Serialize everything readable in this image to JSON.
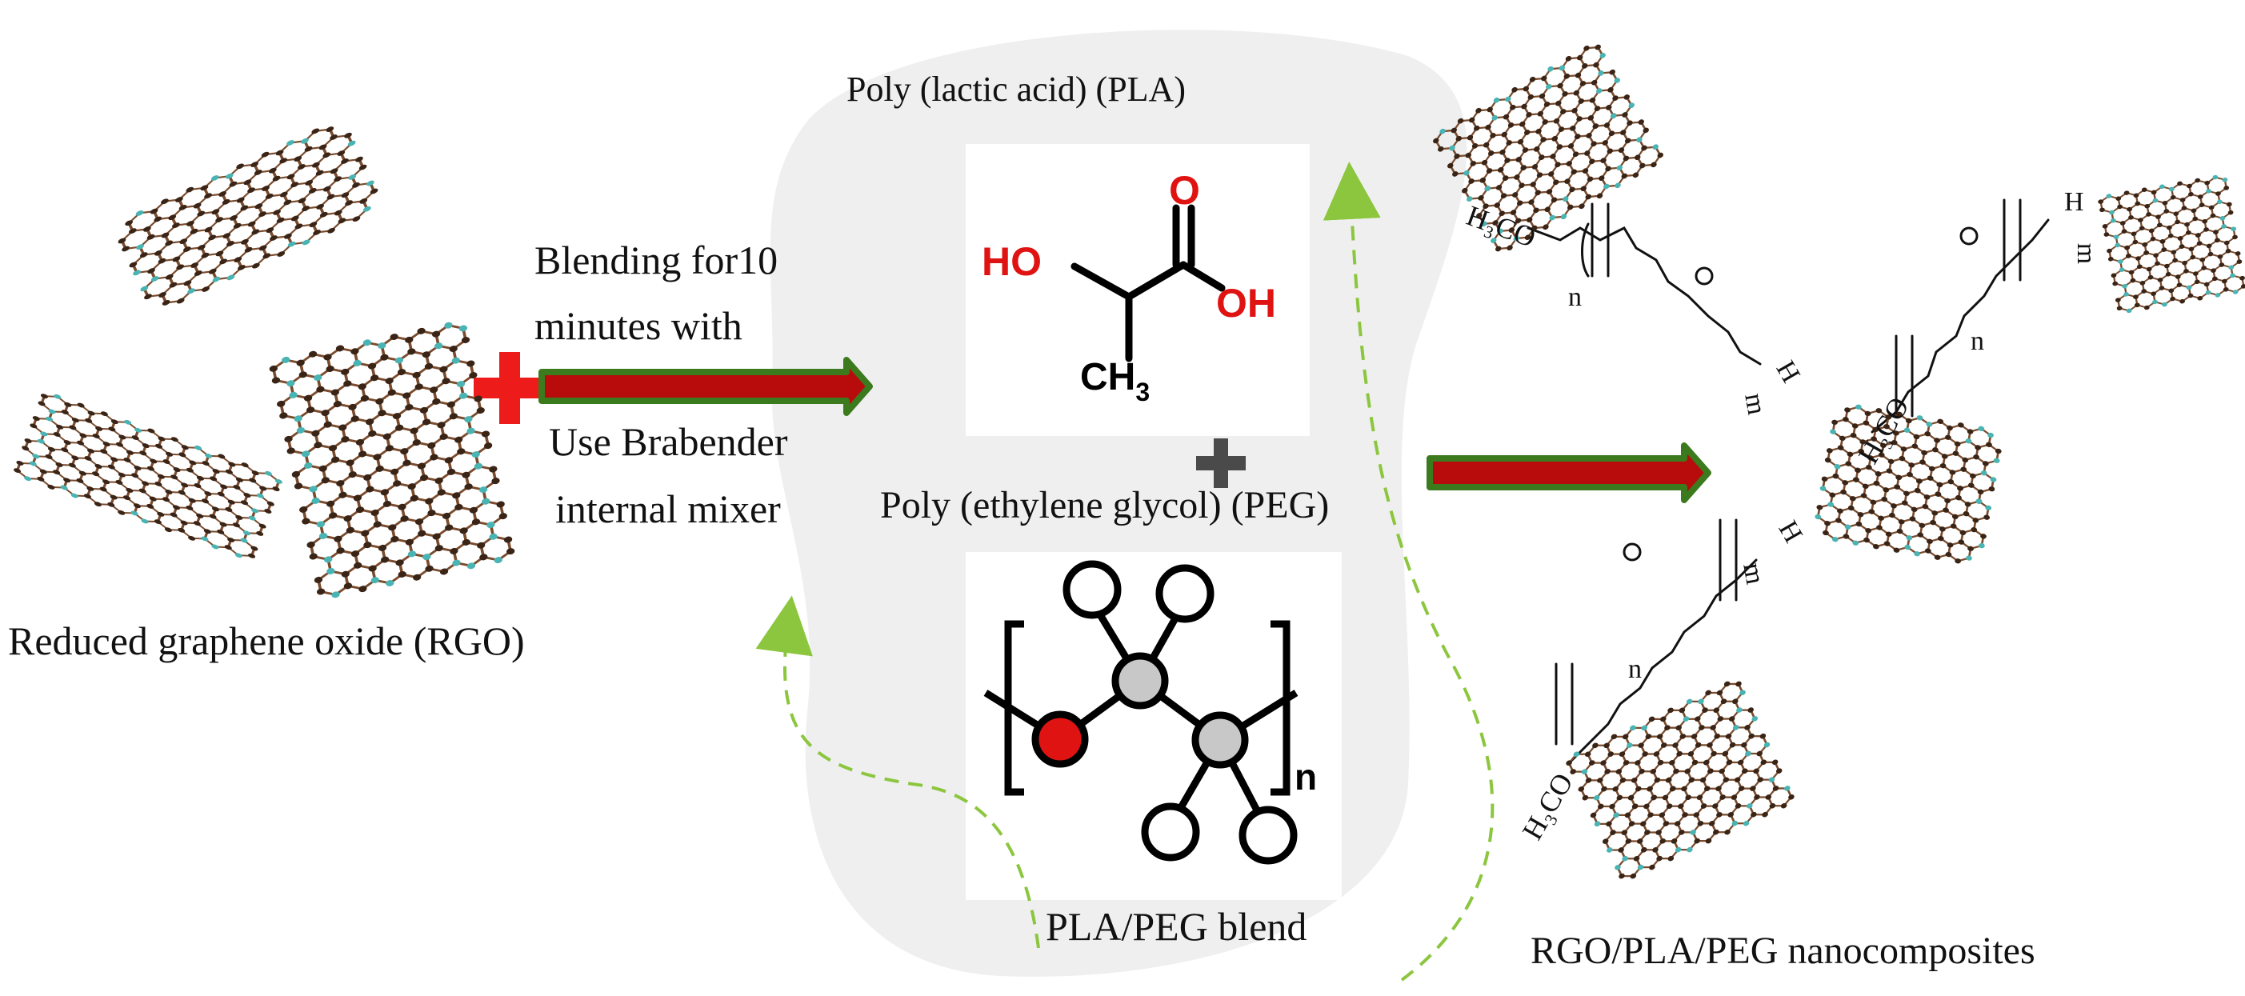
{
  "colors": {
    "background": "#ffffff",
    "blob": "#efefef",
    "arrow_fill": "#b80c0c",
    "arrow_edge": "#3c7a1e",
    "plus_red": "#ee1b1b",
    "plus_dark": "#4a4a4a",
    "dashed_arrow": "#8cc63f",
    "oxygen": "#e01313",
    "carbon": "#c8c8c8",
    "bond": "#000000",
    "graphene_atom": "#3a2416",
    "graphene_edge": "#7a4b2c",
    "graphene_h": "#4ab3b3"
  },
  "icons": [
    "plus-icon",
    "right-arrow-icon",
    "dashed-curved-arrow-icon",
    "graphene-sheet-icon"
  ],
  "labels": {
    "rgo": "Reduced graphene oxide (RGO)",
    "blend_line1": "Blending for10",
    "blend_line2": "minutes with",
    "use_line1": "Use Brabender",
    "use_line2": "internal  mixer",
    "pla": "Poly (lactic acid) (PLA)",
    "peg": "Poly (ethylene glycol) (PEG)",
    "pla_peg_blend": "PLA/PEG blend",
    "nanocomposites": "RGO/PLA/PEG nanocomposites"
  },
  "pla_structure": {
    "oxygen_label": "O",
    "ho_label": "HO",
    "oh_label": "OH",
    "methyl_label": "CH",
    "methyl_subscript": "3"
  },
  "peg_structure": {
    "repeat_subscript": "n"
  },
  "composite": {
    "methoxy_label": "H₃CO",
    "hydrogen_label": "H",
    "n_label": "n",
    "m_label": "m",
    "oxygen_label": "O"
  }
}
